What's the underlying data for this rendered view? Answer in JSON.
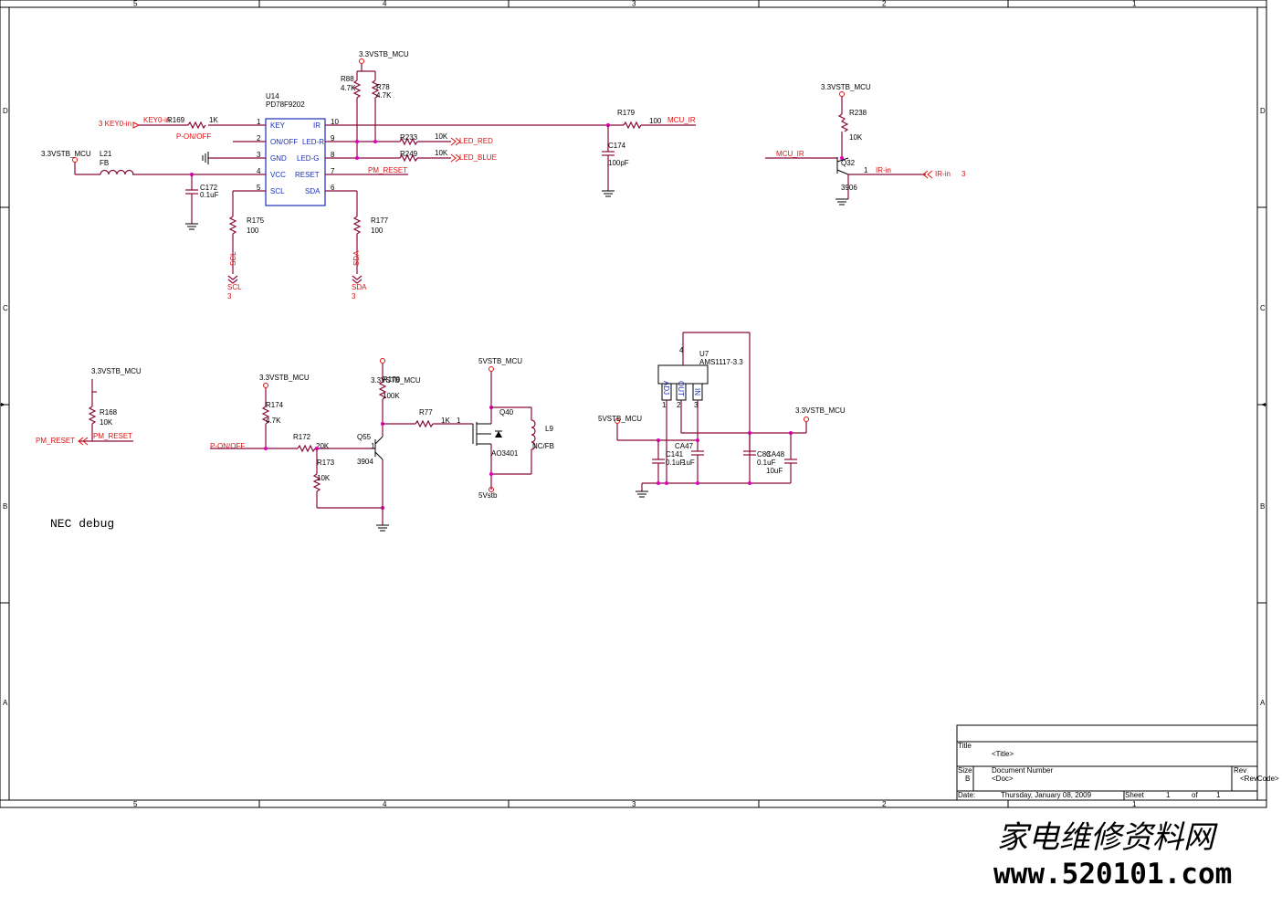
{
  "frame": {
    "top_zones": [
      "5",
      "4",
      "3",
      "2",
      "1"
    ],
    "bottom_zones": [
      "5",
      "4",
      "3",
      "2",
      "1"
    ],
    "side_zones": [
      "D",
      "C",
      "B",
      "A"
    ]
  },
  "mcu": {
    "ref": "U14",
    "part": "PD78F9202",
    "pins_left": [
      {
        "num": "1",
        "name": "KEY"
      },
      {
        "num": "2",
        "name": "ON/OFF"
      },
      {
        "num": "3",
        "name": "GND"
      },
      {
        "num": "4",
        "name": "VCC"
      },
      {
        "num": "5",
        "name": "SCL"
      }
    ],
    "pins_right": [
      {
        "num": "10",
        "name": "IR"
      },
      {
        "num": "9",
        "name": "LED-R"
      },
      {
        "num": "8",
        "name": "LED-G"
      },
      {
        "num": "7",
        "name": "RESET"
      },
      {
        "num": "6",
        "name": "SDA"
      }
    ]
  },
  "labels": {
    "supply": "3.3VSTB_MCU",
    "supply5": "5VSTB_MCU",
    "vstb5": "5Vstb",
    "key_port": "3 KEY0-in",
    "key_net": "KEY0-in",
    "ponoff": "P-ON/OFF",
    "pm_reset": "PM_RESET",
    "led_red": "LED_RED",
    "led_blue": "LED_BLUE",
    "mcu_ir": "MCU_IR",
    "ir_in": "IR-in",
    "ir_port_num": "3",
    "scl": "SCL",
    "sda": "SDA",
    "sheet_ref": "3",
    "nec_debug": "NEC   debug"
  },
  "parts": {
    "r169": {
      "ref": "R169",
      "val": "1K"
    },
    "l21": {
      "ref": "L21",
      "val": "FB"
    },
    "c172": {
      "ref": "C172",
      "val": "0.1uF"
    },
    "r175": {
      "ref": "R175",
      "val": "100"
    },
    "r177": {
      "ref": "R177",
      "val": "100"
    },
    "r88": {
      "ref": "R88",
      "val": "4.7K"
    },
    "r78": {
      "ref": "R78",
      "val": "4.7K"
    },
    "r233": {
      "ref": "R233",
      "val": "10K"
    },
    "r249": {
      "ref": "R249",
      "val": "10K"
    },
    "r179": {
      "ref": "R179",
      "val": "100"
    },
    "c174": {
      "ref": "C174",
      "val": "100pF"
    },
    "r238": {
      "ref": "R238",
      "val": "10K"
    },
    "q32": {
      "ref": "Q32",
      "val": "3906"
    },
    "r168": {
      "ref": "R168",
      "val": "10K"
    },
    "r174": {
      "ref": "R174",
      "val": "4.7K"
    },
    "r172": {
      "ref": "R172",
      "val": "20K"
    },
    "r173": {
      "ref": "R173",
      "val": "10K"
    },
    "q55": {
      "ref": "Q55",
      "val": "3904"
    },
    "r170": {
      "ref": "R170",
      "val": "100K"
    },
    "r77": {
      "ref": "R77",
      "val": "1K"
    },
    "q40": {
      "ref": "Q40",
      "val": "AO3401"
    },
    "l9": {
      "ref": "L9",
      "val": "NC/FB"
    },
    "u7": {
      "ref": "U7",
      "val": "AMS1117-3.3"
    },
    "c141": {
      "ref": "C141",
      "val": "0.1uF"
    },
    "ca47": {
      "ref": "CA47",
      "val": "1uF"
    },
    "c83": {
      "ref": "C83",
      "val": "0.1uF"
    },
    "ca48": {
      "ref": "CA48",
      "val": "10uF"
    }
  },
  "u7_pins": {
    "adj": "ADJ",
    "out": "OUT",
    "in": "IN",
    "tab": "4",
    "p1": "1",
    "p2": "2",
    "p3": "3"
  },
  "title_block": {
    "title_label": "Title",
    "title_value": "<Title>",
    "size_label": "Size",
    "size_value": "B",
    "docnum_label": "Document Number",
    "docnum_value": "<Doc>",
    "rev_label": "Rev",
    "rev_value": "<RevCode>",
    "date_label": "Date:",
    "date_value": "Thursday, January 08, 2009",
    "sheet_label": "Sheet",
    "sheet_value": "1",
    "of_label": "of",
    "of_value": "1"
  },
  "watermark": {
    "line1": "家电维修资料网",
    "line2": "www.520101.com"
  }
}
